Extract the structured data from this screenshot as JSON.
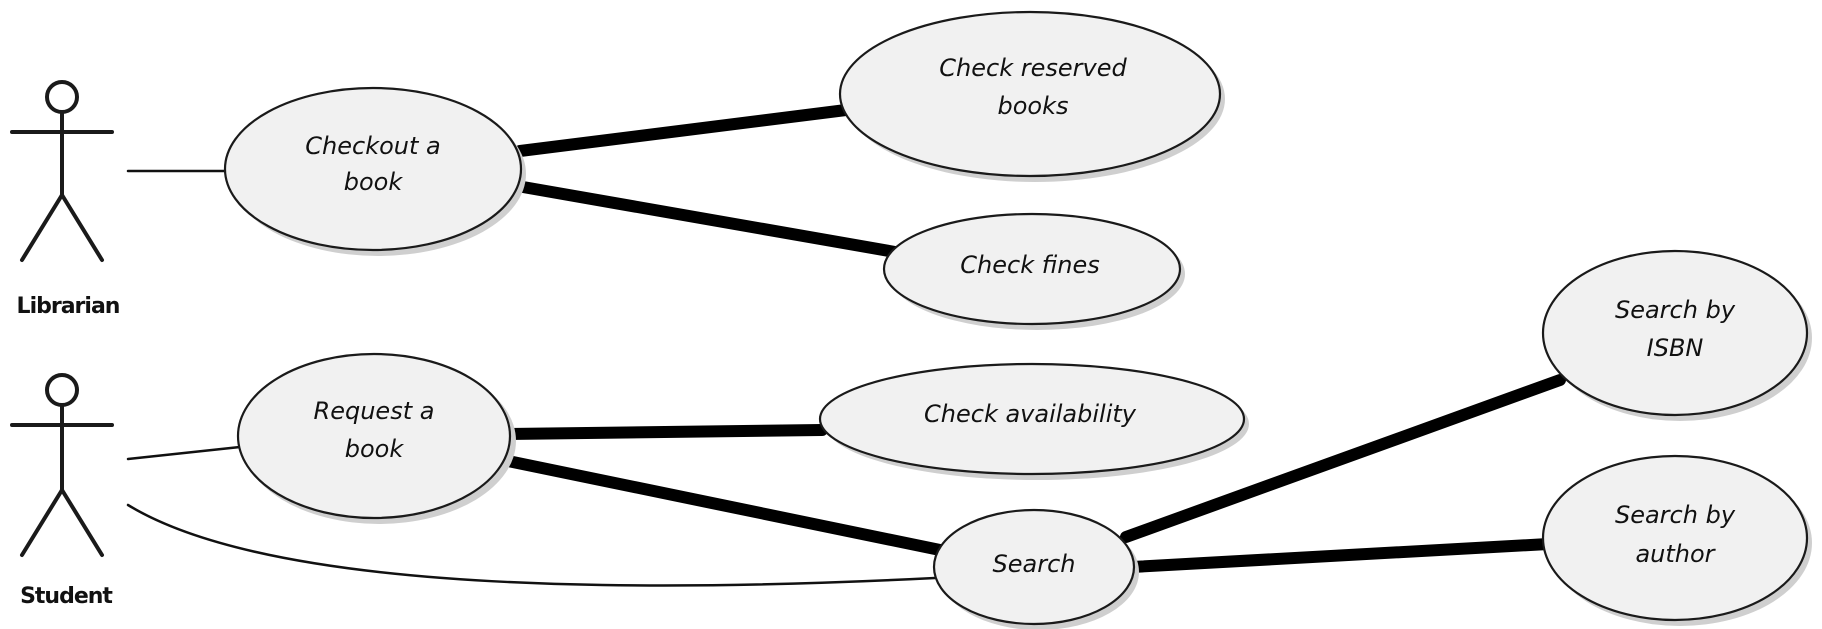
{
  "actors": {
    "librarian": {
      "label": "Librarian"
    },
    "student": {
      "label": "Student"
    }
  },
  "use_cases": {
    "checkout": {
      "lines": [
        "Checkout a",
        "book"
      ]
    },
    "check_reserved": {
      "lines": [
        "Check reserved",
        "books"
      ]
    },
    "check_fines": {
      "lines": [
        "Check fines"
      ]
    },
    "request": {
      "lines": [
        "Request a",
        "book"
      ]
    },
    "check_availability": {
      "lines": [
        "Check availability"
      ]
    },
    "search": {
      "lines": [
        "Search"
      ]
    },
    "search_isbn": {
      "lines": [
        "Search by",
        "ISBN"
      ]
    },
    "search_author": {
      "lines": [
        "Search by",
        "author"
      ]
    }
  },
  "relations": [
    {
      "from": "librarian",
      "to": "checkout",
      "kind": "association"
    },
    {
      "from": "student",
      "to": "request",
      "kind": "association"
    },
    {
      "from": "student",
      "to": "search",
      "kind": "association"
    },
    {
      "from": "checkout",
      "to": "check_reserved",
      "kind": "link"
    },
    {
      "from": "checkout",
      "to": "check_fines",
      "kind": "link"
    },
    {
      "from": "request",
      "to": "check_availability",
      "kind": "link"
    },
    {
      "from": "request",
      "to": "search",
      "kind": "link"
    },
    {
      "from": "search",
      "to": "search_isbn",
      "kind": "link"
    },
    {
      "from": "search",
      "to": "search_author",
      "kind": "link"
    }
  ]
}
